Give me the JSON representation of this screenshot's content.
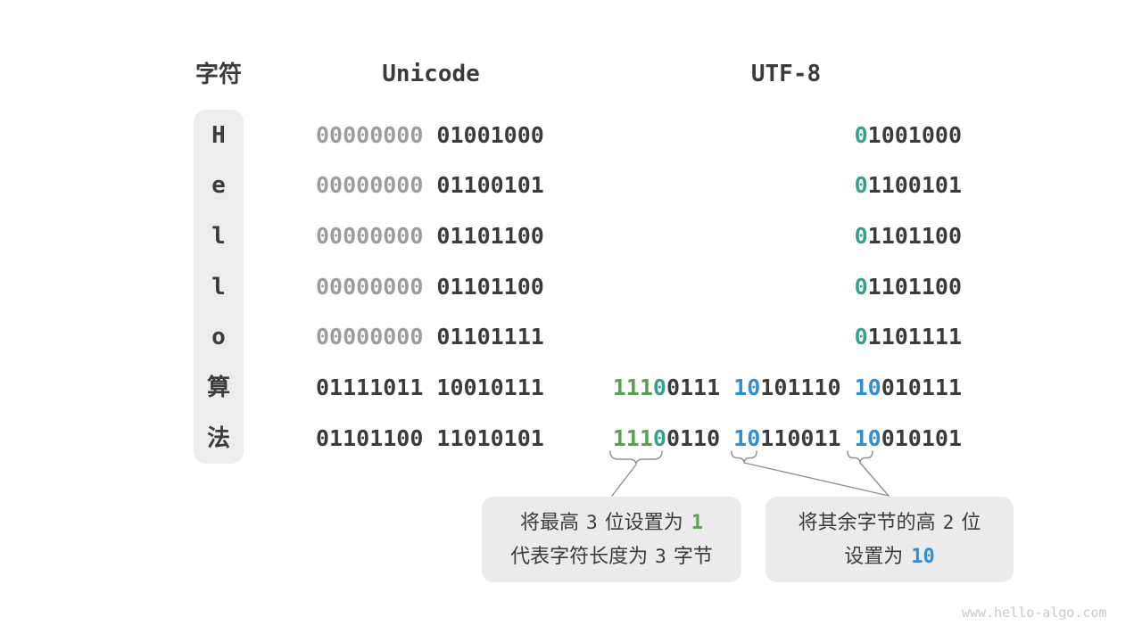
{
  "headers": {
    "char": "字符",
    "unicode": "Unicode",
    "utf8": "UTF-8"
  },
  "colors": {
    "text_dark": "#3b3b3b",
    "unicode_padding_gray": "#9c9c9c",
    "utf8_length_prefix_green": "#5ba052",
    "utf8_terminator_teal": "#399e8e",
    "utf8_continuation_blue": "#2e8ed8",
    "box_background": "#ebebeb",
    "connector_gray": "#8f8f8f",
    "watermark_gray": "#c9c9c9"
  },
  "rows": [
    {
      "char": "H",
      "u_b1": "00000000",
      "u_b2": "01001000",
      "utf8_prefix": "0",
      "utf8_rest": "1001000"
    },
    {
      "char": "e",
      "u_b1": "00000000",
      "u_b2": "01100101",
      "utf8_prefix": "0",
      "utf8_rest": "1100101"
    },
    {
      "char": "l",
      "u_b1": "00000000",
      "u_b2": "01101100",
      "utf8_prefix": "0",
      "utf8_rest": "1101100"
    },
    {
      "char": "l",
      "u_b1": "00000000",
      "u_b2": "01101100",
      "utf8_prefix": "0",
      "utf8_rest": "1101100"
    },
    {
      "char": "o",
      "u_b1": "00000000",
      "u_b2": "01101111",
      "utf8_prefix": "0",
      "utf8_rest": "1101111"
    },
    {
      "char": "算",
      "u_b1": "01111011",
      "u_b2": "10010111",
      "b1_green": "111",
      "b1_teal": "0",
      "b1_rest": "0111",
      "b2_prefix": "10",
      "b2_rest": "101110",
      "b3_prefix": "10",
      "b3_rest": "010111"
    },
    {
      "char": "法",
      "u_b1": "01101100",
      "u_b2": "11010101",
      "b1_green": "111",
      "b1_teal": "0",
      "b1_rest": "0110",
      "b2_prefix": "10",
      "b2_rest": "110011",
      "b3_prefix": "10",
      "b3_rest": "010101"
    }
  ],
  "annotations": {
    "left_box": {
      "line1_a": "将最高",
      "line1_num": "3",
      "line1_b": "位设置为",
      "line1_highlight": "1",
      "line2_a": "代表字符长度为",
      "line2_num": "3",
      "line2_b": "字节"
    },
    "right_box": {
      "line1_a": "将其余字节的高",
      "line1_num": "2",
      "line1_b": "位",
      "line2_a": "设置为",
      "line2_highlight": "10"
    }
  },
  "watermark": "www.hello-algo.com"
}
